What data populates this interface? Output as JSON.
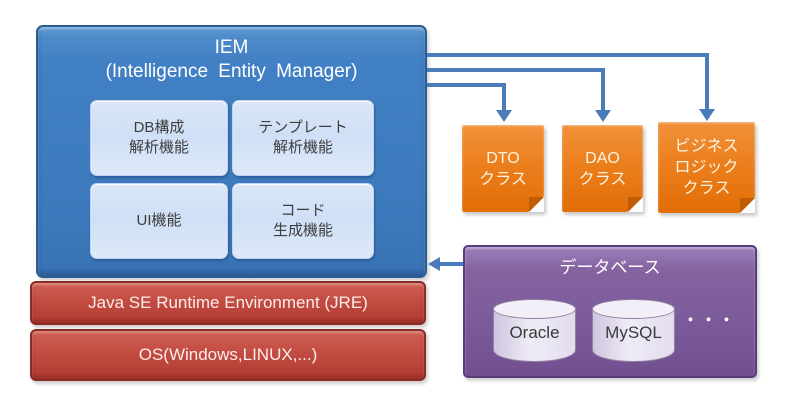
{
  "iem": {
    "title_line1": "IEM",
    "title_line2": "(Intelligence Entity Manager)",
    "modules": [
      {
        "line1": "DB構成",
        "line2": "解析機能"
      },
      {
        "line1": "テンプレート",
        "line2": "解析機能"
      },
      {
        "line1": "UI機能"
      },
      {
        "line1": "コード",
        "line2": "生成機能"
      }
    ]
  },
  "layers": {
    "jre": "Java SE Runtime Environment (JRE)",
    "os": "OS(Windows,LINUX,...)"
  },
  "classes": [
    {
      "line1": "DTO",
      "line2": "クラス"
    },
    {
      "line1": "DAO",
      "line2": "クラス"
    },
    {
      "line1": "ビジネス",
      "line2": "ロジック",
      "line3": "クラス"
    }
  ],
  "database": {
    "title": "データベース",
    "engines": [
      "Oracle",
      "MySQL"
    ],
    "ellipsis": "・・・"
  },
  "colors": {
    "iem_blue": "#4180c4",
    "module_light_blue": "#d5e3f7",
    "layer_red": "#c24c42",
    "class_orange": "#ec8120",
    "database_purple": "#7b5a9a",
    "arrow_blue": "#4a7cbc"
  }
}
